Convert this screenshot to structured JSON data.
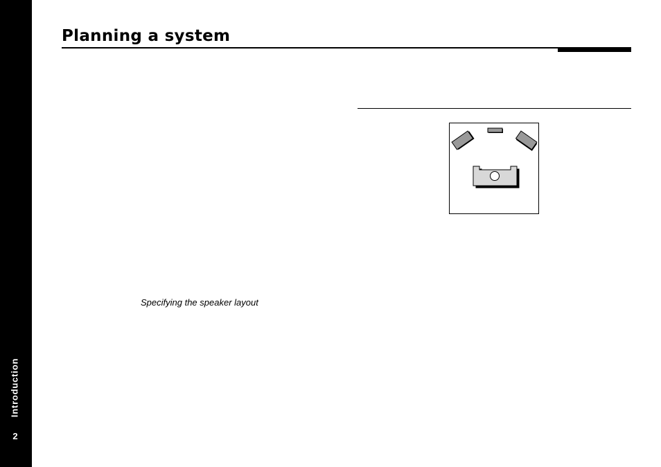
{
  "sidebar": {
    "section_label": "Introduction",
    "page_number": "2"
  },
  "page": {
    "title": "Planning a system"
  },
  "figure": {
    "icon": "speaker-layout-diagram",
    "caption": "Specifying the speaker layout"
  }
}
